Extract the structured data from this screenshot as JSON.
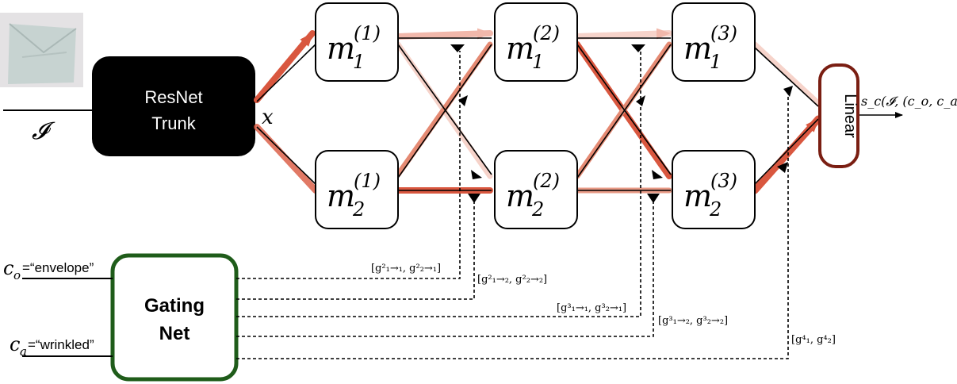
{
  "input_image_label": "𝓘",
  "resnet": {
    "line1": "ResNet",
    "line2": "Trunk"
  },
  "feature_label": "x",
  "modules": [
    {
      "id": "m11",
      "base": "m",
      "sub": "1",
      "sup": "(1)"
    },
    {
      "id": "m21",
      "base": "m",
      "sub": "2",
      "sup": "(1)"
    },
    {
      "id": "m12",
      "base": "m",
      "sub": "1",
      "sup": "(2)"
    },
    {
      "id": "m22",
      "base": "m",
      "sub": "2",
      "sup": "(2)"
    },
    {
      "id": "m13",
      "base": "m",
      "sub": "1",
      "sup": "(3)"
    },
    {
      "id": "m23",
      "base": "m",
      "sub": "2",
      "sup": "(3)"
    }
  ],
  "linear_label": "Linear",
  "output_label": "s_c(𝓘, (c_o, c_a))",
  "gating": {
    "line1": "Gating",
    "line2": "Net"
  },
  "inputs": {
    "object": {
      "var": "c",
      "sub": "o",
      "value": "=“envelope”"
    },
    "attribute": {
      "var": "c",
      "sub": "a",
      "value": "=“wrinkled”"
    }
  },
  "gates": [
    "[g²₁→₁, g²₂→₁]",
    "[g²₁→₂, g²₂→₂]",
    "[g³₁→₁, g³₂→₁]",
    "[g³₁→₂, g³₂→₂]",
    "[g⁴₁, g⁴₂]"
  ],
  "colors": {
    "trunk": "#000000",
    "gating_border": "#1f5c1a",
    "linear_border": "#7a1e12",
    "flow_strong": "#d9573f",
    "flow_light": "#f1b8ab",
    "photo": "#c9d4d2"
  }
}
